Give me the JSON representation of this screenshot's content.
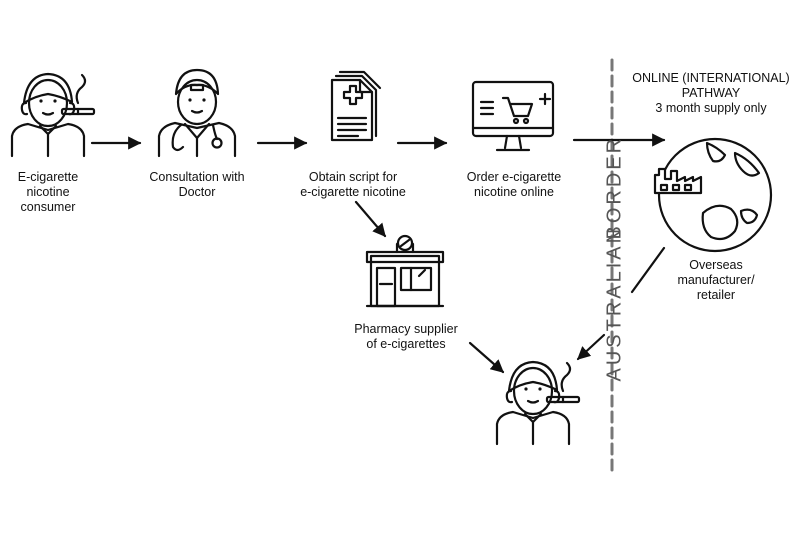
{
  "nodes": {
    "consumer": {
      "lines": [
        "E-cigarette",
        "nicotine",
        "consumer"
      ],
      "icon": "person-vaping-icon"
    },
    "doctor": {
      "lines": [
        "Consultation with",
        "Doctor"
      ],
      "icon": "doctor-icon"
    },
    "script": {
      "lines": [
        "Obtain script for",
        "e-cigarette nicotine"
      ],
      "icon": "prescription-document-icon"
    },
    "order": {
      "lines": [
        "Order e-cigarette",
        "nicotine online"
      ],
      "icon": "online-shopping-cart-icon"
    },
    "online": {
      "lines": [
        "ONLINE (INTERNATIONAL)",
        "PATHWAY",
        "3 month supply only"
      ]
    },
    "overseas": {
      "lines": [
        "Overseas",
        "manufacturer/",
        "retailer"
      ],
      "icon": "globe-factory-icon"
    },
    "pharmacy": {
      "lines": [
        "Pharmacy supplier",
        "of e-cigarettes"
      ],
      "icon": "pharmacy-store-icon"
    },
    "end_user": {
      "icon": "person-vaping-icon"
    }
  },
  "border": {
    "word1": "AUSTRALIAN",
    "word2": "BORDER"
  },
  "colors": {
    "line": "#111111",
    "border_text": "#555555",
    "border_line": "#777777"
  }
}
